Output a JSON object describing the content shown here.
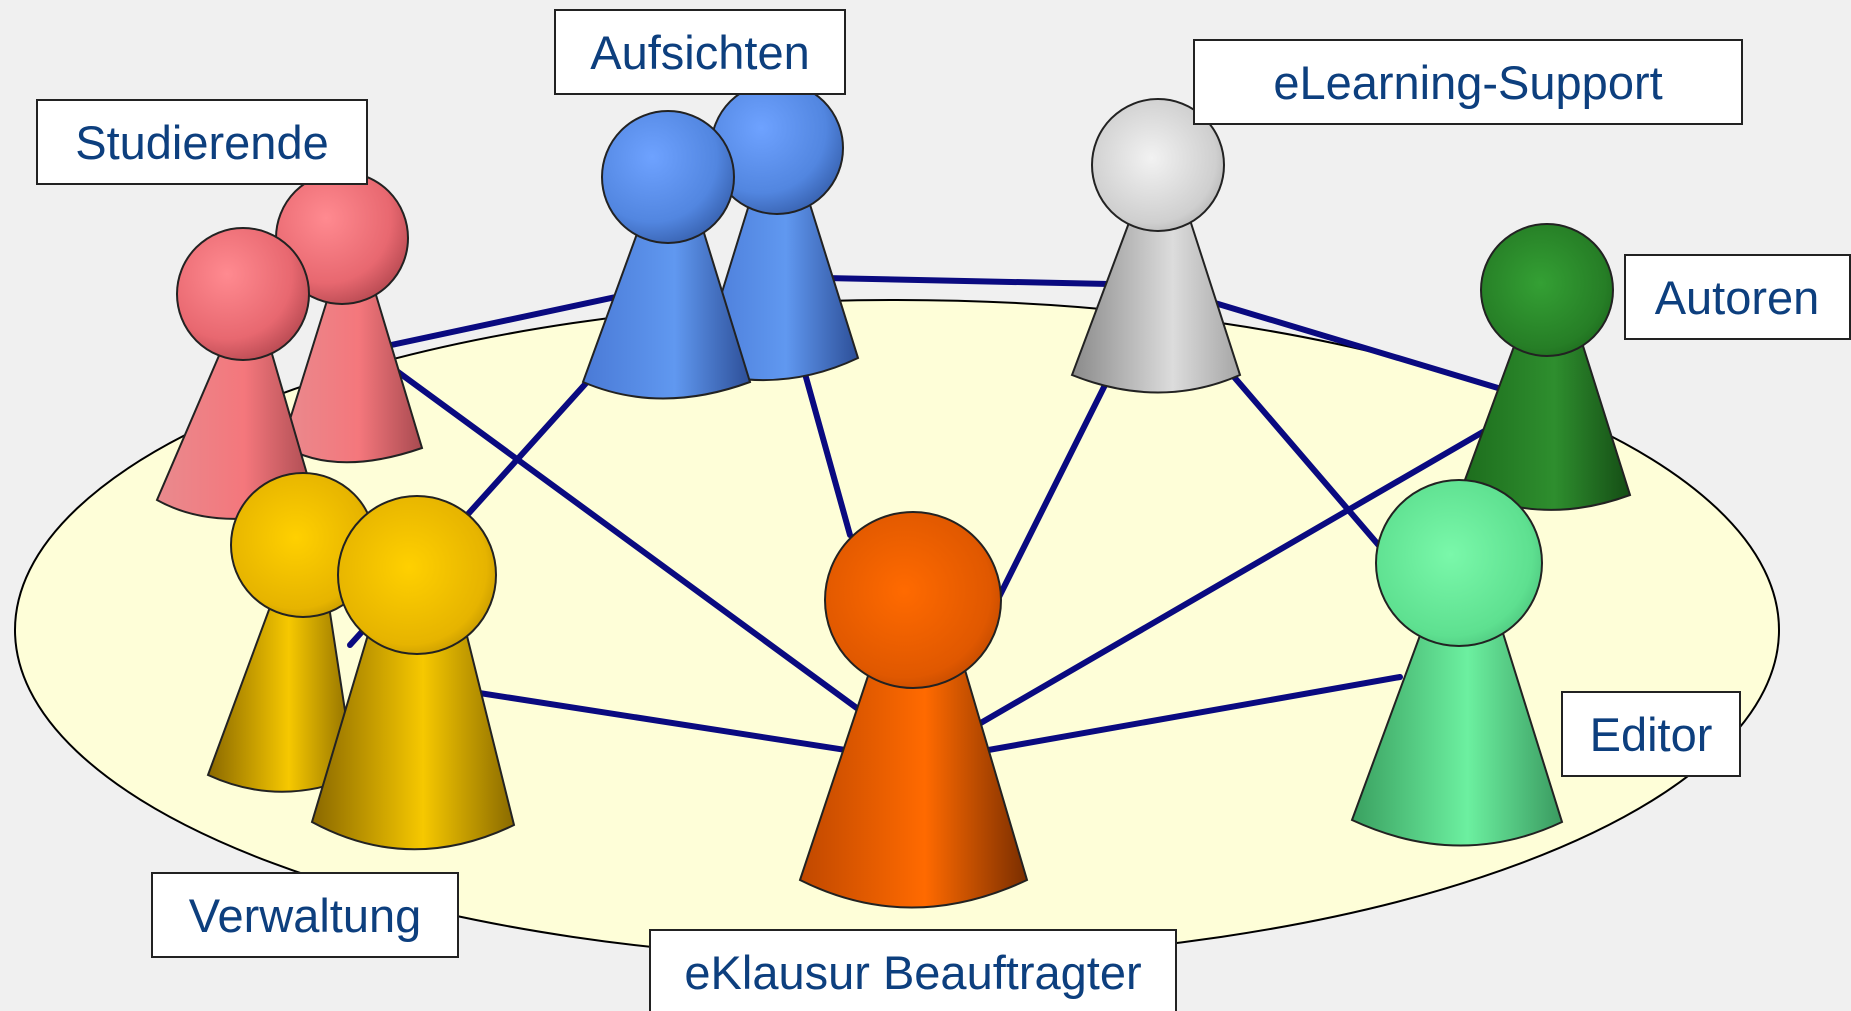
{
  "roles": {
    "studierende": {
      "label": "Studierende",
      "color": "#f47a7f"
    },
    "aufsichten": {
      "label": "Aufsichten",
      "color": "#5b8fe6"
    },
    "elearning_support": {
      "label": "eLearning-Support",
      "color": "#c8c8c8"
    },
    "autoren": {
      "label": "Autoren",
      "color": "#2a8a2a"
    },
    "editor": {
      "label": "Editor",
      "color": "#66e89a"
    },
    "verwaltung": {
      "label": "Verwaltung",
      "color": "#f0c000"
    },
    "eklausur_beauftragter": {
      "label": "eKlausur Beauftragter",
      "color": "#f06000"
    }
  },
  "colors": {
    "background": "#f0f0f0",
    "table": "#fefed8",
    "connection": "#0a0a80",
    "label_text": "#0d3f7e"
  }
}
